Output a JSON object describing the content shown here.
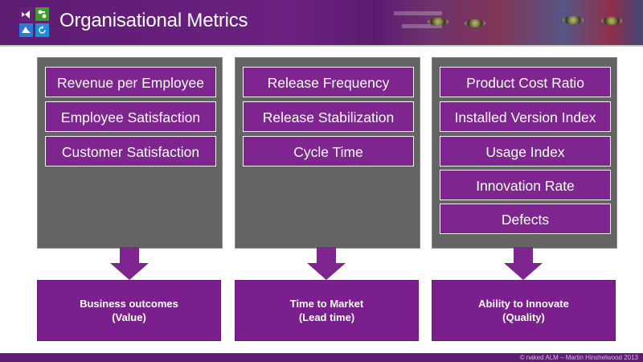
{
  "header": {
    "title": "Organisational Metrics",
    "logo_icons": [
      "visual-studio-icon",
      "team-icon",
      "azure-icon",
      "refresh-icon"
    ]
  },
  "columns": [
    {
      "metrics": [
        "Revenue per Employee",
        "Employee Satisfaction",
        "Customer Satisfaction"
      ],
      "outcome_line1": "Business outcomes",
      "outcome_line2": "(Value)"
    },
    {
      "metrics": [
        "Release Frequency",
        "Release Stabilization",
        "Cycle Time"
      ],
      "outcome_line1": "Time to Market",
      "outcome_line2": "(Lead time)"
    },
    {
      "metrics": [
        "Product Cost Ratio",
        "Installed Version Index",
        "Usage Index",
        "Innovation Rate",
        "Defects"
      ],
      "outcome_line1": "Ability to Innovate",
      "outcome_line2": "(Quality)"
    }
  ],
  "footer": {
    "copyright": "© naked ALM – Martin Hinshelwood 2013"
  },
  "colors": {
    "purple": "#7f2590",
    "panel_gray": "#646464",
    "header_purple": "#5e1c73"
  }
}
